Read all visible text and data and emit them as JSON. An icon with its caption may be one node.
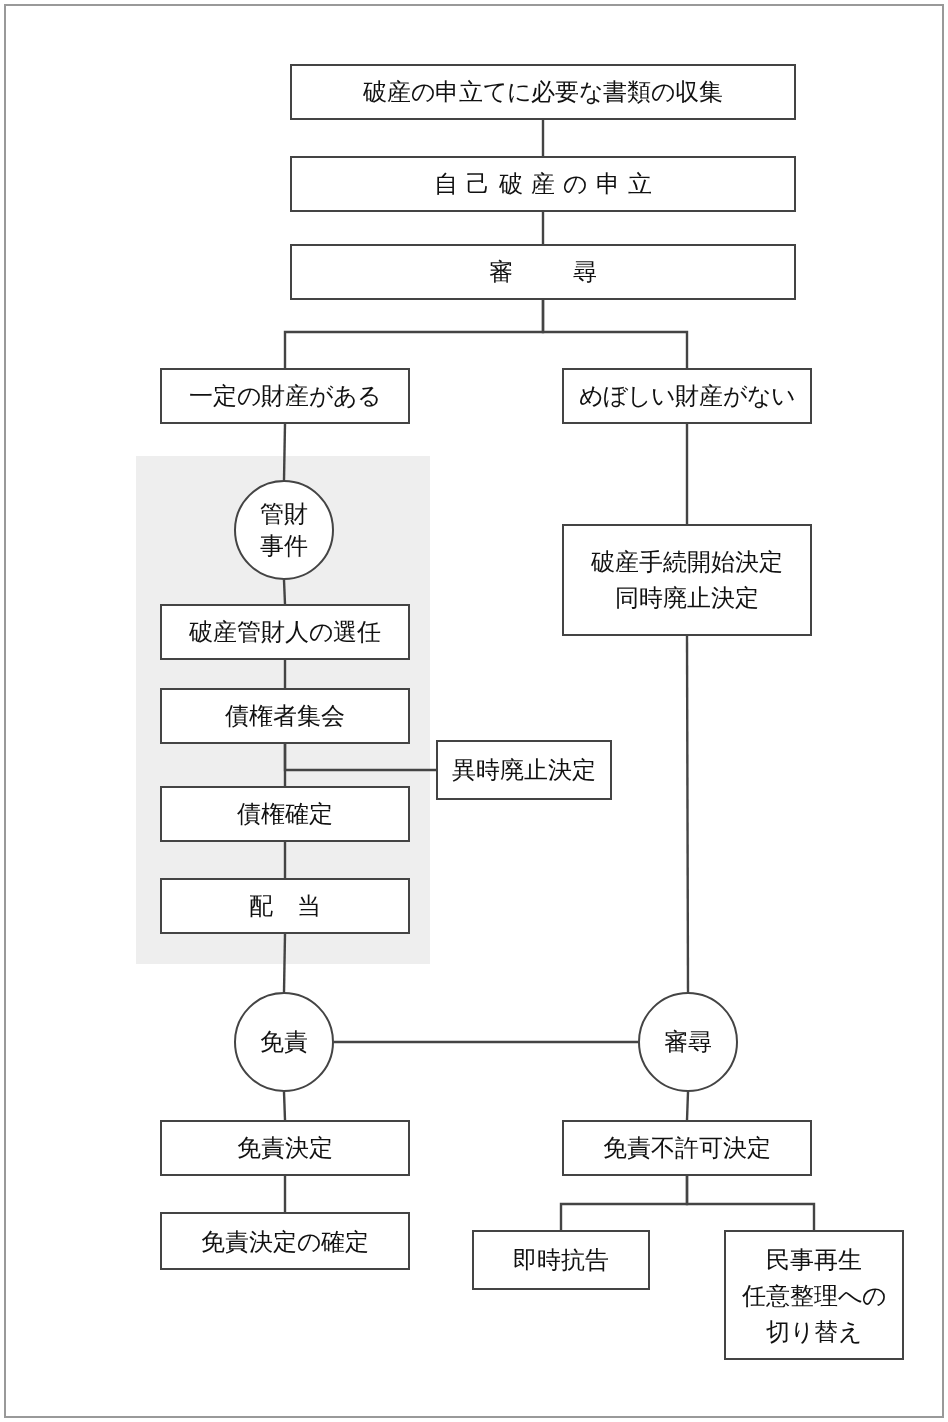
{
  "diagram": {
    "nodes": [
      {
        "text": [
          "破産の申立てに必要な書類の収集"
        ]
      },
      {
        "text": [
          "自己破産の申立"
        ]
      },
      {
        "text": [
          "審尋"
        ]
      },
      {
        "text": [
          "一定の財産がある"
        ]
      },
      {
        "text": [
          "めぼしい財産がない"
        ]
      },
      {
        "text": [],
        "shape": "box"
      },
      {
        "text": [
          "管財事件"
        ],
        "in": 5
      },
      {
        "text": [
          "破産管財人の選任"
        ],
        "in": 5
      },
      {
        "text": [
          "債権者集会"
        ],
        "in": 5
      },
      {
        "text": [
          "異時廃止決定"
        ]
      },
      {
        "text": [
          "債権確定"
        ],
        "in": 5
      },
      {
        "text": [
          "配当"
        ],
        "in": 5
      },
      {
        "text": [
          "破産手続開始決定",
          "同時廃止決定"
        ]
      },
      {
        "text": [
          "免責"
        ]
      },
      {
        "text": [
          "審尋"
        ]
      },
      {
        "text": [
          "免責決定"
        ]
      },
      {
        "text": [
          "免責決定の確定"
        ]
      },
      {
        "text": [
          "免責不許可決定"
        ]
      },
      {
        "text": [
          "即時抗告"
        ]
      },
      {
        "text": [
          "民事再生",
          "任意整理への切り替え"
        ]
      }
    ],
    "edges": [
      {
        "from": 0,
        "to": 1,
        "arrow": "none"
      },
      {
        "from": 1,
        "to": 2,
        "arrow": "none"
      },
      {
        "from": 2,
        "to": 3,
        "arrow": "none"
      },
      {
        "from": 2,
        "to": 4,
        "arrow": "none"
      },
      {
        "from": 3,
        "to": 6,
        "arrow": "none"
      },
      {
        "from": 6,
        "to": 7,
        "arrow": "none"
      },
      {
        "from": 7,
        "to": 8,
        "arrow": "none"
      },
      {
        "from": 8,
        "to": 10,
        "arrow": "none"
      },
      {
        "from": 8,
        "to": 9,
        "arrow": "none"
      },
      {
        "from": 10,
        "to": 11,
        "arrow": "none"
      },
      {
        "from": 11,
        "to": 13,
        "arrow": "none"
      },
      {
        "from": 4,
        "to": 12,
        "arrow": "none"
      },
      {
        "from": 12,
        "to": 14,
        "arrow": "none"
      },
      {
        "from": 13,
        "to": 14,
        "arrow": "none"
      },
      {
        "from": 13,
        "to": 15,
        "arrow": "none"
      },
      {
        "from": 15,
        "to": 16,
        "arrow": "none"
      },
      {
        "from": 14,
        "to": 17,
        "arrow": "none"
      },
      {
        "from": 17,
        "to": 18,
        "arrow": "none"
      },
      {
        "from": 17,
        "to": 19,
        "arrow": "none"
      }
    ]
  }
}
